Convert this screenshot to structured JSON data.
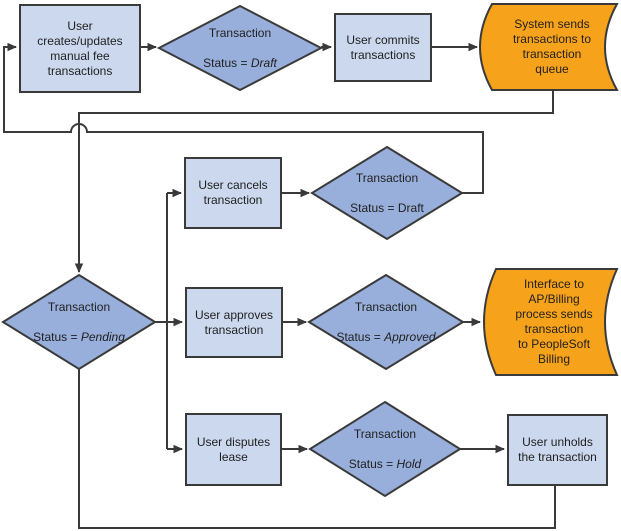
{
  "colors": {
    "process_fill": "#ccd8ee",
    "decision_fill": "#98afdb",
    "datastore_fill": "#f7a21b",
    "line_stroke": "#3a3a3a",
    "text": "#1f1f1f"
  },
  "nodes": {
    "create": {
      "label": "User\ncreates/updates\nmanual fee\ntransactions"
    },
    "draft1": {
      "title": "Transaction",
      "status_label": "Status =",
      "status_value": "Draft"
    },
    "commits": {
      "label": "User commits\ntransactions"
    },
    "queue": {
      "label": "System sends\ntransactions to\ntransaction\nqueue"
    },
    "cancels": {
      "label": "User cancels\ntransaction"
    },
    "draft2": {
      "title": "Transaction",
      "status_label": "Status =",
      "status_value": "Draft"
    },
    "pending": {
      "title": "Transaction",
      "status_label": "Status =",
      "status_value": "Pending"
    },
    "approves": {
      "label": "User approves\ntransaction"
    },
    "approved": {
      "title": "Transaction",
      "status_label": "Status =",
      "status_value": "Approved"
    },
    "interface": {
      "label": "Interface to\nAP/Billing\nprocess sends\ntransaction\nto PeopleSoft\nBilling"
    },
    "disputes": {
      "label": "User disputes\nlease"
    },
    "hold": {
      "title": "Transaction",
      "status_label": "Status =",
      "status_value": "Hold"
    },
    "unholds": {
      "label": "User unholds\nthe transaction"
    }
  }
}
